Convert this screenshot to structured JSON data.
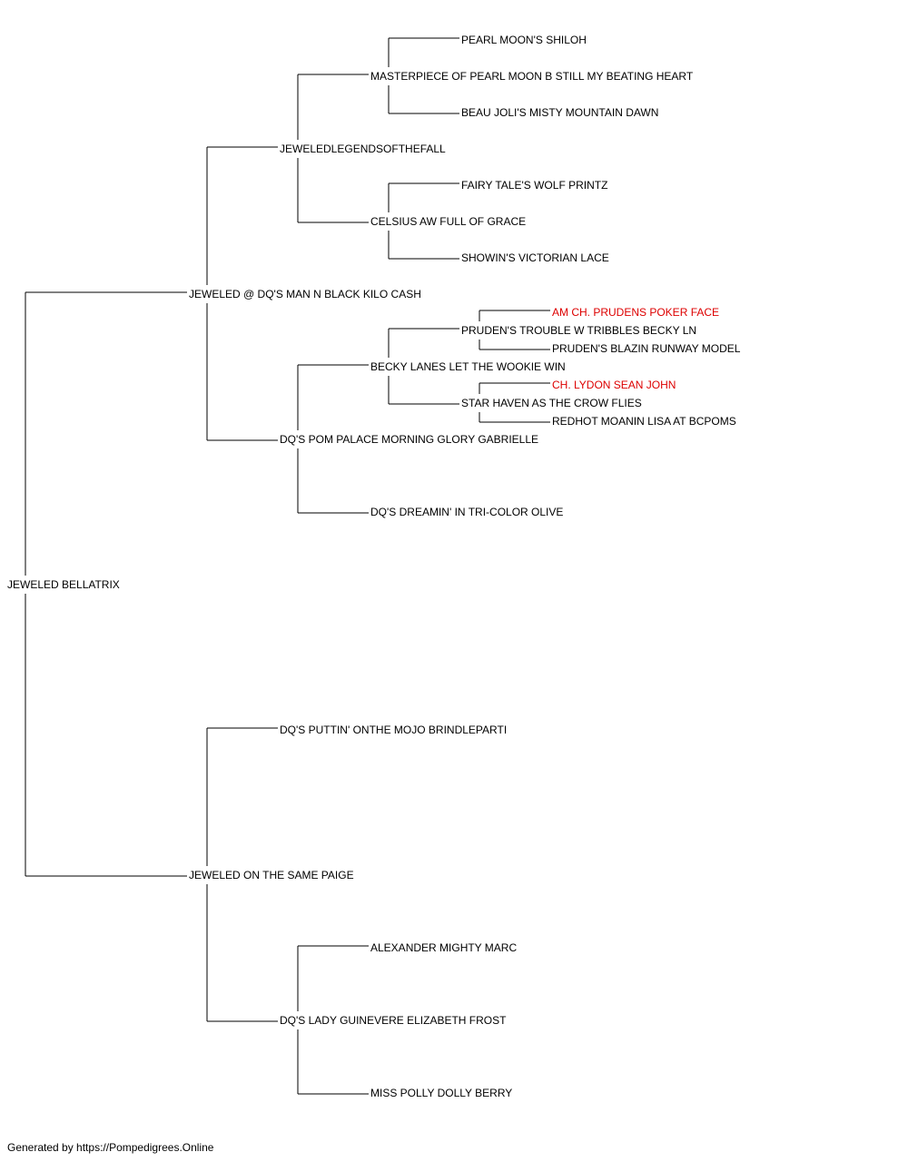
{
  "pedigree": {
    "colors": {
      "text": "#000000",
      "champion": "#dd0000",
      "line": "#000000"
    },
    "subject": "JEWELED BELLATRIX",
    "nodes": {
      "subject": {
        "name": "JEWELED BELLATRIX"
      },
      "sire": {
        "name": "JEWELED @ DQ'S MAN N BLACK KILO CASH"
      },
      "sire_sire": {
        "name": "JEWELEDLEGENDSOFTHEFALL"
      },
      "sire_sire_sire": {
        "name": "MASTERPIECE OF PEARL MOON B STILL MY BEATING HEART"
      },
      "sire_sire_sire_sire": {
        "name": "PEARL MOON'S SHILOH"
      },
      "sire_sire_sire_dam": {
        "name": "BEAU JOLI'S MISTY MOUNTAIN DAWN"
      },
      "sire_sire_dam": {
        "name": "CELSIUS AW FULL OF GRACE"
      },
      "sire_sire_dam_sire": {
        "name": "FAIRY TALE'S WOLF PRINTZ"
      },
      "sire_sire_dam_dam": {
        "name": "SHOWIN'S VICTORIAN LACE"
      },
      "sire_dam": {
        "name": "DQ'S POM PALACE MORNING GLORY GABRIELLE"
      },
      "sire_dam_sire": {
        "name": "BECKY LANES LET THE WOOKIE WIN"
      },
      "sire_dam_sire_sire": {
        "name": "PRUDEN'S TROUBLE W TRIBBLES BECKY LN"
      },
      "sire_dam_sire_sire_sire": {
        "name": "AM CH. PRUDENS POKER FACE",
        "champion": true
      },
      "sire_dam_sire_sire_dam": {
        "name": "PRUDEN'S BLAZIN RUNWAY MODEL"
      },
      "sire_dam_sire_dam": {
        "name": "STAR HAVEN AS THE CROW FLIES"
      },
      "sire_dam_sire_dam_sire": {
        "name": "CH. LYDON SEAN JOHN",
        "champion": true
      },
      "sire_dam_sire_dam_dam": {
        "name": "REDHOT MOANIN LISA AT BCPOMS"
      },
      "sire_dam_dam": {
        "name": "DQ'S DREAMIN' IN TRI-COLOR OLIVE"
      },
      "dam": {
        "name": "JEWELED ON THE SAME PAIGE"
      },
      "dam_sire": {
        "name": "DQ'S PUTTIN' ONTHE MOJO BRINDLEPARTI"
      },
      "dam_dam": {
        "name": "DQ'S LADY GUINEVERE ELIZABETH FROST"
      },
      "dam_dam_sire": {
        "name": "ALEXANDER MIGHTY MARC"
      },
      "dam_dam_dam": {
        "name": "MISS POLLY DOLLY BERRY"
      }
    }
  },
  "footer": {
    "text": "Generated by https://Pompedigrees.Online"
  }
}
